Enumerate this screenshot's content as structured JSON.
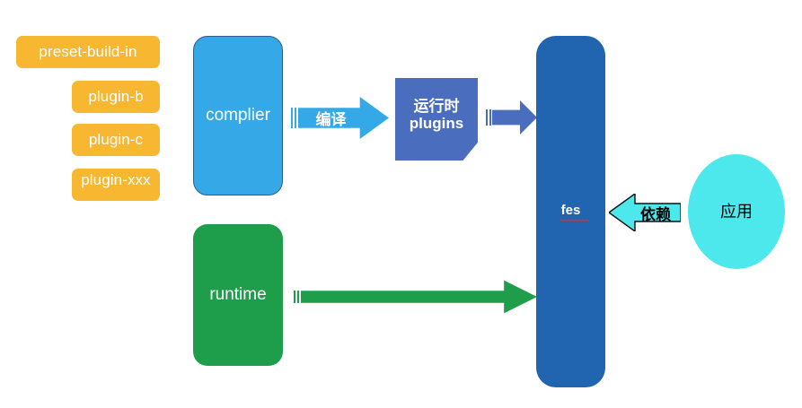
{
  "diagram": {
    "title": "fes architecture diagram",
    "background": "#ffffff",
    "colors": {
      "chip_yellow": "#F7B731",
      "complier_blue": "#35A8E8",
      "runtime_green": "#1E9D4B",
      "fes_blue": "#2165B0",
      "note_blue": "#4A6DBE",
      "ellipse_cyan": "#4DE8EC",
      "spellcheck_red": "#E03030"
    }
  },
  "plugins": {
    "chips": [
      {
        "label": "preset-build-in"
      },
      {
        "label": "plugin-b"
      },
      {
        "label": "plugin-c"
      },
      {
        "label": "plugin-xxx"
      }
    ]
  },
  "nodes": {
    "complier": {
      "label": "complier"
    },
    "runtime": {
      "label": "runtime"
    },
    "runtime_plugins": {
      "line1": "运行时",
      "line2": "plugins"
    },
    "fes": {
      "label": "fes"
    },
    "app": {
      "label": "应用"
    }
  },
  "arrows": {
    "compile": {
      "label": "编译",
      "color": "#35A8E8",
      "direction": "right"
    },
    "plugins_to_fes": {
      "label": "",
      "color": "#4A6DBE",
      "direction": "right"
    },
    "runtime_to_fes": {
      "label": "",
      "color": "#1E9D4B",
      "direction": "right"
    },
    "depends": {
      "label": "依赖",
      "color": "#4DE8EC",
      "direction": "left"
    }
  }
}
